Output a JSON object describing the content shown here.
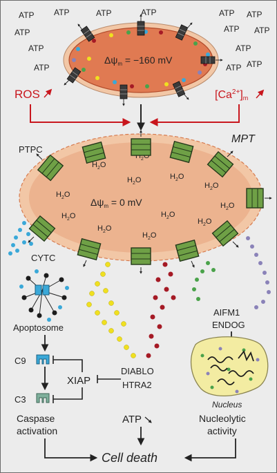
{
  "labels": {
    "atp": "ATP",
    "delta_psi_top": "Δψ",
    "sub_m": "m",
    "potential_top": " = −160 mV",
    "ros": "ROS",
    "ca_open": "[Ca",
    "ca_sup": "2+",
    "ca_close": "]",
    "mpt": "MPT",
    "ptpc": "PTPC",
    "h2o_h": "H",
    "h2o_sub": "2",
    "h2o_o": "O",
    "delta_psi_mid": "Δψ",
    "potential_mid": " = 0 mV",
    "cytc": "CYTC",
    "apoptosome": "Apoptosome",
    "c9": "C9",
    "c3": "C3",
    "xiap": "XIAP",
    "diablo": "DIABLO",
    "htra2": "HTRA2",
    "aifm1": "AIFM1",
    "endog": "ENDOG",
    "nucleus": "Nucleus",
    "caspase1": "Caspase",
    "caspase2": "activation",
    "atp_down": "ATP",
    "nucleolytic1": "Nucleolytic",
    "nucleolytic2": "activity",
    "cell_death": "Cell death"
  },
  "colors": {
    "background": "#ececec",
    "mito_fill": "#e07a52",
    "mito_outer": "#f2c7a6",
    "channel": "#6fa046",
    "accent_red": "#c8161d",
    "dot_blue": "#3aa8d8",
    "dot_yellow": "#f0e020",
    "dot_darkred": "#a51a25",
    "dot_green": "#4aa24a",
    "dot_purple": "#8a82b8",
    "nucleus_fill": "#f3eca2"
  }
}
